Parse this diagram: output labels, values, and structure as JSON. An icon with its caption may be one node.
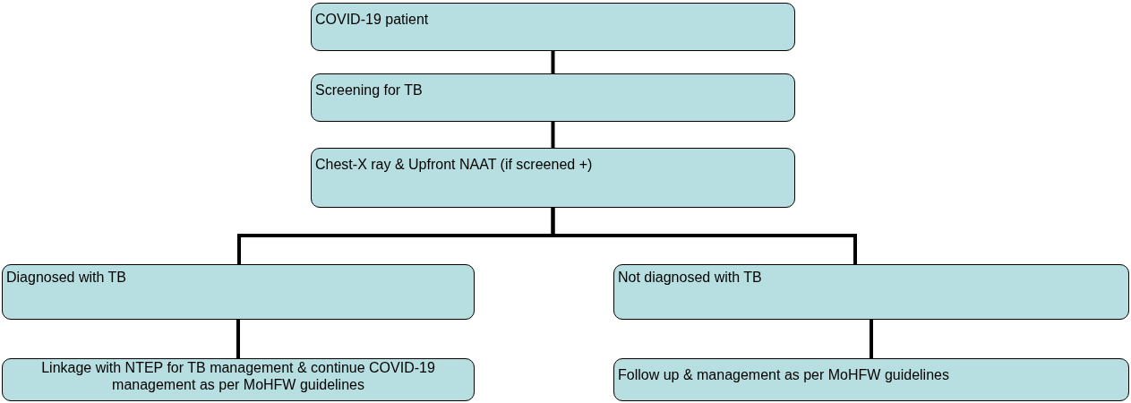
{
  "diagram": {
    "nodes": [
      {
        "text": [
          "COVID-19 patient"
        ]
      },
      {
        "text": [
          "Screening for TB"
        ]
      },
      {
        "text": [
          "Chest-X ray & Upfront NAAT (if screened +)"
        ]
      },
      {
        "text": [
          "Diagnosed with TB"
        ]
      },
      {
        "text": [
          "Not diagnosed with TB"
        ]
      },
      {
        "text": [
          "Linkage with NTEP for TB management & continue COVID-19 management as per MoHFW guidelines"
        ]
      },
      {
        "text": [
          "Follow up & management as per MoHFW guidelines"
        ]
      }
    ],
    "edges": [
      {
        "from": 0,
        "to": 1,
        "arrow": "none"
      },
      {
        "from": 1,
        "to": 2,
        "arrow": "none"
      },
      {
        "from": 2,
        "to": 3,
        "arrow": "none"
      },
      {
        "from": 2,
        "to": 4,
        "arrow": "none"
      },
      {
        "from": 3,
        "to": 5,
        "arrow": "none"
      },
      {
        "from": 4,
        "to": 6,
        "arrow": "none"
      }
    ]
  }
}
